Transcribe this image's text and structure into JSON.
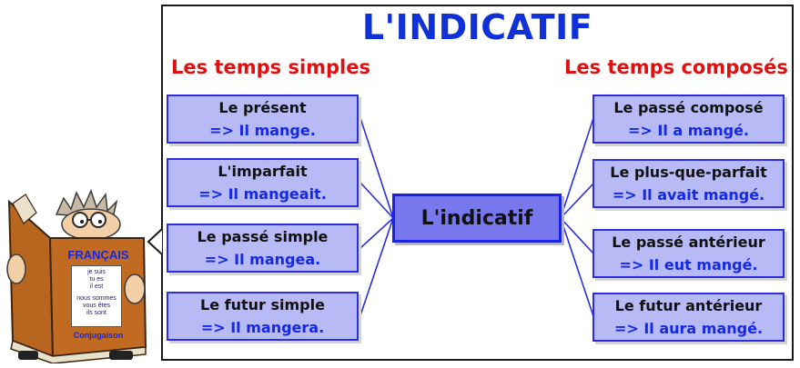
{
  "title": "L'INDICATIF",
  "headings": {
    "left": "Les temps simples",
    "right": "Les temps composés"
  },
  "center": "L'indicatif",
  "simple": [
    {
      "name": "Le présent",
      "example": "=> Il mange."
    },
    {
      "name": "L'imparfait",
      "example": "=> Il mangeait."
    },
    {
      "name": "Le passé simple",
      "example": "=> Il mangea."
    },
    {
      "name": "Le futur simple",
      "example": "=> Il mangera."
    }
  ],
  "compose": [
    {
      "name": "Le passé composé",
      "example": "=> Il a mangé."
    },
    {
      "name": "Le plus-que-parfait",
      "example": "=> Il avait mangé."
    },
    {
      "name": "Le passé antérieur",
      "example": "=> Il eut mangé."
    },
    {
      "name": "Le futur antérieur",
      "example": "=> Il aura mangé."
    }
  ],
  "book": {
    "title": "FRANÇAIS",
    "lines_1": [
      "je suis",
      "tu es",
      "il est"
    ],
    "lines_2": [
      "nous sommes",
      "vous êtes",
      "ils sont"
    ],
    "footer": "Conjugaison"
  },
  "colors": {
    "title": "#1030d8",
    "heading": "#e01010",
    "box_fill": "#b8baf6",
    "box_border": "#2a2ee0",
    "center_fill": "#7878ee",
    "example_text": "#1428e6"
  }
}
